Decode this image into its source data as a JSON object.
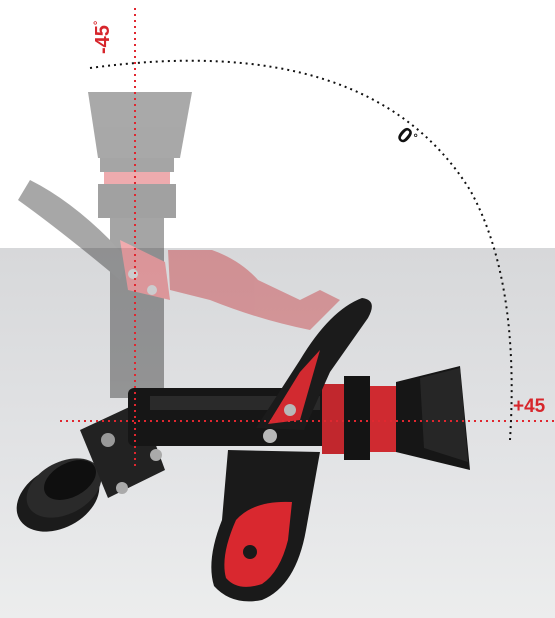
{
  "angles": {
    "minus45": {
      "value": "-45",
      "unit": "°"
    },
    "zero": {
      "value": "0",
      "unit": "°"
    },
    "plus45": {
      "value": "+45"
    }
  },
  "colors": {
    "accent": "#d7262c",
    "guide_line": "#e0272f",
    "arc": "#111111",
    "background_band": "#dfe0e2"
  },
  "image_subject": "pistol-grip-fire-nozzle"
}
